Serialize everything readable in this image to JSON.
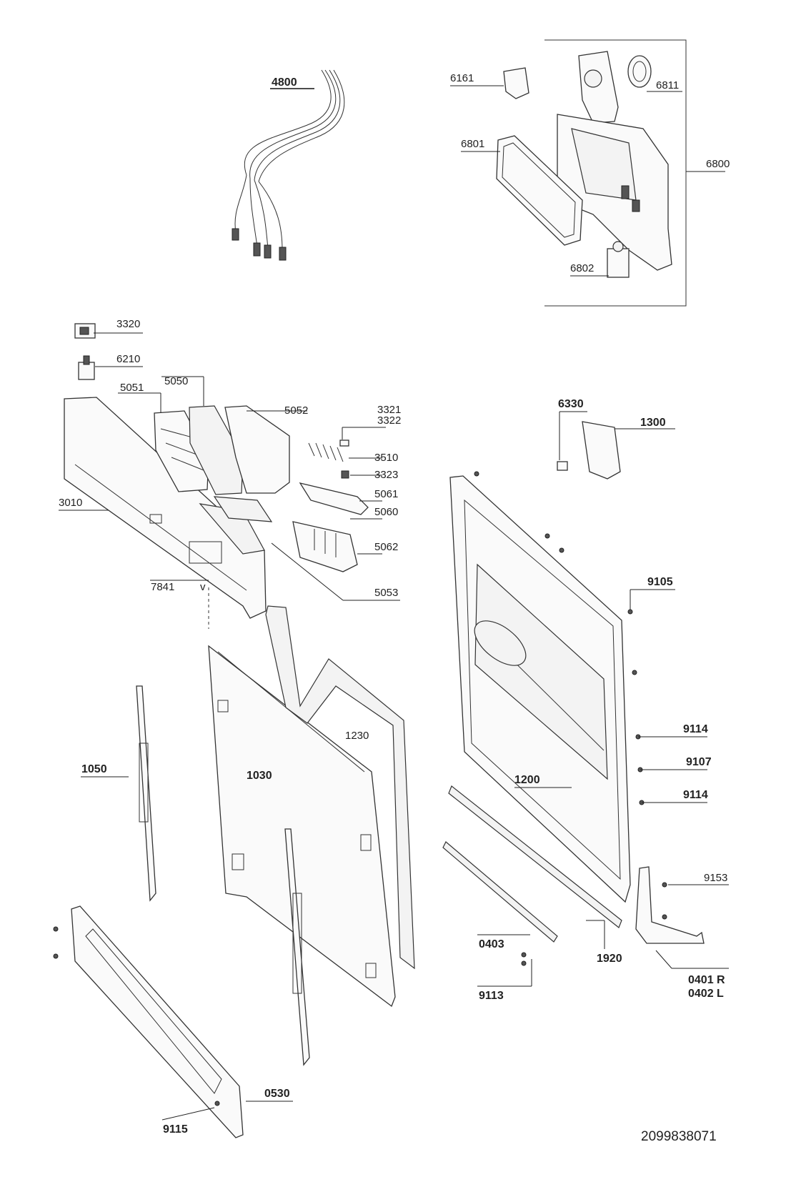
{
  "document_number": "2099838071",
  "callouts": [
    {
      "id": "4800",
      "text": "4800",
      "bold": true
    },
    {
      "id": "6161",
      "text": "6161",
      "bold": false
    },
    {
      "id": "6811",
      "text": "6811",
      "bold": false
    },
    {
      "id": "6801",
      "text": "6801",
      "bold": false
    },
    {
      "id": "6800",
      "text": "6800",
      "bold": false
    },
    {
      "id": "6802",
      "text": "6802",
      "bold": false
    },
    {
      "id": "3320",
      "text": "3320",
      "bold": false
    },
    {
      "id": "6210",
      "text": "6210",
      "bold": false
    },
    {
      "id": "5051",
      "text": "5051",
      "bold": false
    },
    {
      "id": "5050",
      "text": "5050",
      "bold": false
    },
    {
      "id": "5052",
      "text": "5052",
      "bold": false
    },
    {
      "id": "3321",
      "text": "3321",
      "bold": false
    },
    {
      "id": "3322",
      "text": "3322",
      "bold": false
    },
    {
      "id": "3510",
      "text": "3510",
      "bold": false
    },
    {
      "id": "3323",
      "text": "3323",
      "bold": false
    },
    {
      "id": "5061",
      "text": "5061",
      "bold": false
    },
    {
      "id": "5060",
      "text": "5060",
      "bold": false
    },
    {
      "id": "5062",
      "text": "5062",
      "bold": false
    },
    {
      "id": "5053",
      "text": "5053",
      "bold": false
    },
    {
      "id": "3010",
      "text": "3010",
      "bold": false
    },
    {
      "id": "7841",
      "text": "7841",
      "bold": false
    },
    {
      "id": "v",
      "text": "v",
      "bold": false
    },
    {
      "id": "6330",
      "text": "6330",
      "bold": true
    },
    {
      "id": "1300",
      "text": "1300",
      "bold": true
    },
    {
      "id": "9105",
      "text": "9105",
      "bold": true
    },
    {
      "id": "1230",
      "text": "1230",
      "bold": false
    },
    {
      "id": "1050",
      "text": "1050",
      "bold": true
    },
    {
      "id": "1030",
      "text": "1030",
      "bold": true
    },
    {
      "id": "9114a",
      "text": "9114",
      "bold": true
    },
    {
      "id": "9107",
      "text": "9107",
      "bold": true
    },
    {
      "id": "1200",
      "text": "1200",
      "bold": true
    },
    {
      "id": "9114b",
      "text": "9114",
      "bold": true
    },
    {
      "id": "9153",
      "text": "9153",
      "bold": false
    },
    {
      "id": "0403",
      "text": "0403",
      "bold": true
    },
    {
      "id": "1920",
      "text": "1920",
      "bold": true
    },
    {
      "id": "0401",
      "text": "0401 R",
      "bold": true
    },
    {
      "id": "0402",
      "text": "0402 L",
      "bold": true
    },
    {
      "id": "9113",
      "text": "9113",
      "bold": true
    },
    {
      "id": "0530",
      "text": "0530",
      "bold": true
    },
    {
      "id": "9115",
      "text": "9115",
      "bold": true
    }
  ]
}
